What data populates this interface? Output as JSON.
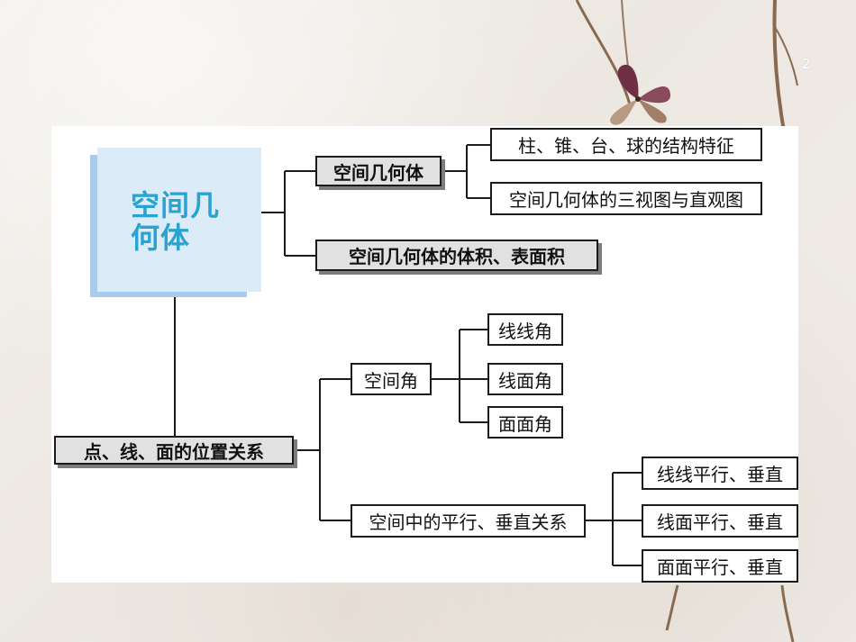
{
  "slide": {
    "page_number": "2"
  },
  "diagram": {
    "title": "空间几何体",
    "nodes": {
      "solid_geometry": "空间几何体",
      "structure_features": "柱、锥、台、球的结构特征",
      "three_views": "空间几何体的三视图与直观图",
      "volume_area": "空间几何体的体积、表面积",
      "position_relations": "点、线、面的位置关系",
      "spatial_angles": "空间角",
      "line_line_angle": "线线角",
      "line_plane_angle": "线面角",
      "plane_plane_angle": "面面角",
      "parallel_perpendicular": "空间中的平行、垂直关系",
      "line_line_pp": "线线平行、垂直",
      "line_plane_pp": "线面平行、垂直",
      "plane_plane_pp": "面面平行、垂直"
    }
  }
}
